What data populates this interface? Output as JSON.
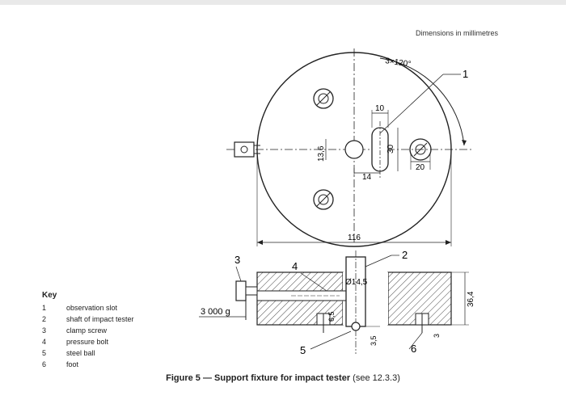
{
  "header": {
    "dimensions_note": "Dimensions in millimetres"
  },
  "drawing": {
    "angle_label": "3×120°",
    "dims": {
      "slot_width": "10",
      "slot_length": "30",
      "offset_14": "14",
      "hole_20": "20",
      "height_13_6": "13,6",
      "diameter_116": "116",
      "bolt_dia": "Ø14,5",
      "height_36_4": "36,4",
      "dim_6_5": "6,5",
      "dim_3_5": "3,5",
      "dim_3": "3",
      "mass": "3 000 g"
    },
    "callouts": {
      "c1": "1",
      "c2": "2",
      "c3": "3",
      "c4": "4",
      "c5": "5",
      "c6": "6"
    }
  },
  "key": {
    "title": "Key",
    "items": [
      {
        "num": "1",
        "text": "observation slot"
      },
      {
        "num": "2",
        "text": "shaft of impact tester"
      },
      {
        "num": "3",
        "text": "clamp screw"
      },
      {
        "num": "4",
        "text": "pressure bolt"
      },
      {
        "num": "5",
        "text": "steel ball"
      },
      {
        "num": "6",
        "text": "foot"
      }
    ]
  },
  "caption": {
    "bold": "Figure 5 — Support fixture for impact tester",
    "ref": " (see 12.3.3)"
  }
}
